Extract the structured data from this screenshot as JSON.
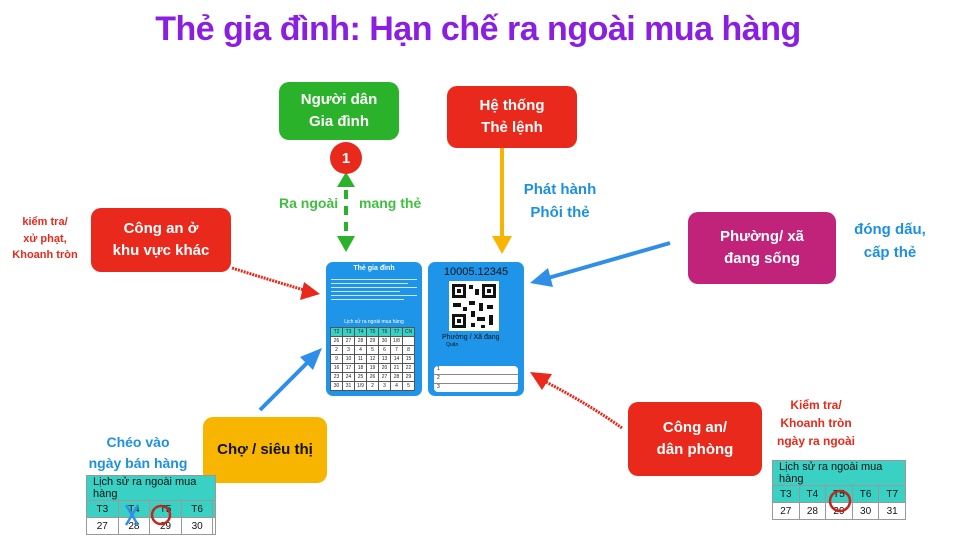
{
  "title": "Thẻ gia đình: Hạn chế ra ngoài mua hàng",
  "nodes": {
    "resident": {
      "line1": "Người dân",
      "line2": "Gia đình"
    },
    "system": {
      "line1": "Hệ thống",
      "line2": "Thẻ lệnh"
    },
    "police_other": {
      "line1": "Công an ở",
      "line2": "khu vực khác"
    },
    "ward": {
      "line1": "Phường/ xã",
      "line2": "đang sống"
    },
    "market": {
      "label": "Chợ / siêu thị"
    },
    "police_local": {
      "line1": "Công an/",
      "line2": "dân phòng"
    }
  },
  "badge": "1",
  "labels": {
    "go_out": "Ra ngoài",
    "bring_card": "mang thẻ",
    "issue1": "Phát hành",
    "issue2": "Phôi thẻ",
    "stamp1": "đóng dấu,",
    "stamp2": "cấp thẻ",
    "check_left1": "kiểm tra/",
    "check_left2": "xử phạt,",
    "check_left3": "Khoanh tròn",
    "cross1": "Chéo vào",
    "cross2": "ngày bán hàng",
    "check_right1": "Kiểm tra/",
    "check_right2": "Khoanh tròn",
    "check_right3": "ngày ra ngoài"
  },
  "card_front": {
    "title": "Thẻ gia đình",
    "subtitle": "Lịch sử ra ngoài mua hàng",
    "headers": [
      "T2",
      "T3",
      "T4",
      "T5",
      "T6",
      "T7",
      "CN"
    ],
    "rows": [
      [
        "26",
        "27",
        "28",
        "29",
        "30",
        "1/8",
        ""
      ],
      [
        "2",
        "3",
        "4",
        "5",
        "6",
        "7",
        "8"
      ],
      [
        "9",
        "10",
        "11",
        "12",
        "13",
        "14",
        "15"
      ],
      [
        "16",
        "17",
        "18",
        "19",
        "20",
        "21",
        "22"
      ],
      [
        "23",
        "24",
        "25",
        "26",
        "27",
        "28",
        "29"
      ],
      [
        "30",
        "31",
        "1/9",
        "2",
        "3",
        "4",
        "5"
      ]
    ]
  },
  "card_back": {
    "code": "10005.12345",
    "ward_text": "Phường / Xã đang",
    "district_text": "Quận",
    "lines": [
      "1",
      "2",
      "3"
    ]
  },
  "hist_left": {
    "caption": "Lịch sử ra ngoài mua hàng",
    "headers": [
      "T3",
      "T4",
      "T5",
      "T6",
      ""
    ],
    "values": [
      "27",
      "28",
      "29",
      "30",
      ""
    ]
  },
  "hist_right": {
    "caption": "Lịch sử ra ngoài mua hàng",
    "headers": [
      "T3",
      "T4",
      "T5",
      "T6",
      "T7"
    ],
    "values": [
      "27",
      "28",
      "29",
      "30",
      "31"
    ]
  },
  "colors": {
    "title": "#8b1fe0",
    "red": "#e8291c",
    "green": "#2ab32a",
    "magenta": "#c2237a",
    "yellow": "#f7b500",
    "blue": "#1e90e0",
    "card": "#1e95e8"
  }
}
